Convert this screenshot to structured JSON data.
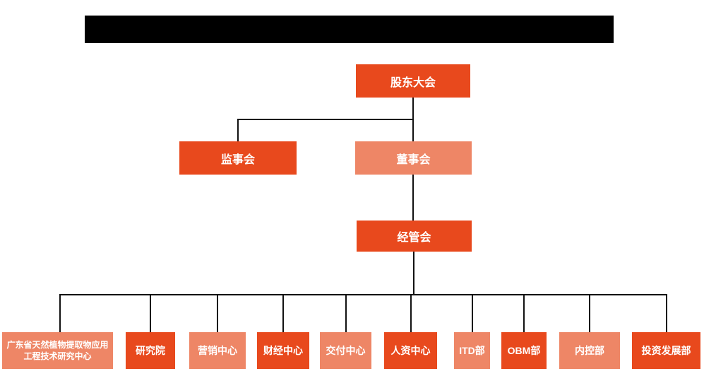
{
  "org_chart": {
    "nodes": {
      "shareholders_meeting": "股东大会",
      "supervisory_board": "监事会",
      "board_of_directors": "董事会",
      "management_committee": "经管会"
    },
    "departments": [
      "广东省天然植物提取物应用工程技术研究中心",
      "研究院",
      "营销中心",
      "财经中心",
      "交付中心",
      "人资中心",
      "ITD部",
      "OBM部",
      "内控部",
      "投资发展部"
    ],
    "colors": {
      "primary": "#E8491D",
      "secondary": "#EE8666",
      "line": "#111111",
      "redacted_bar": "#000000"
    }
  }
}
